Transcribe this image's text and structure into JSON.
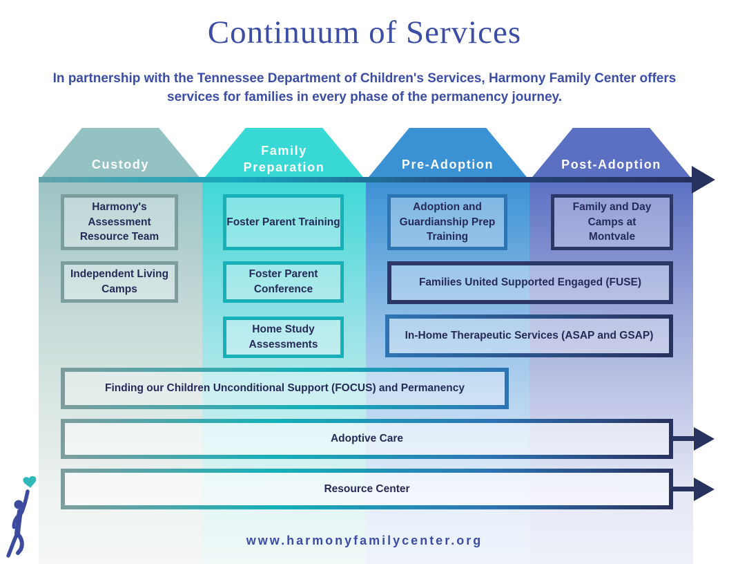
{
  "title": "Continuum of Services",
  "subtitle": "In partnership with the Tennessee Department of Children's Services, Harmony Family Center offers services for families in every phase of the permanency journey.",
  "phases": [
    {
      "label": "Custody",
      "color": "#94c2c3",
      "services": [
        "Harmony's Assessment Resource Team",
        "Independent Living Camps"
      ]
    },
    {
      "label": "Family Preparation",
      "color": "#38d8d5",
      "services": [
        "Foster Parent Training",
        "Foster Parent Conference",
        "Home Study Assessments"
      ]
    },
    {
      "label": "Pre-Adoption",
      "color": "#3a91d4",
      "services": [
        "Adoption and Guardianship Prep Training"
      ]
    },
    {
      "label": "Post-Adoption",
      "color": "#5b6fc3",
      "services": [
        "Family and Day Camps at Montvale"
      ]
    }
  ],
  "spanning_services": {
    "fuse": "Families United Supported Engaged (FUSE)",
    "in_home": "In-Home Therapeutic Services (ASAP and GSAP)",
    "focus": "Finding our Children Unconditional Support (FOCUS) and Permanency",
    "adoptive_care": "Adoptive Care",
    "resource_center": "Resource Center"
  },
  "footer": {
    "website": "www.harmonyfamilycenter.org"
  },
  "colors": {
    "heading_text": "#3b4da5",
    "box_text": "#262a58",
    "arrow_navy": "#28325f",
    "custody_border": "#7d9d9d",
    "family_prep_border": "#15b0b8",
    "pre_adoption_border": "#2d74b4",
    "post_adoption_border": "#2a3767",
    "logo_blue": "#3c4b9f",
    "logo_heart_teal": "#2eb8b8"
  }
}
